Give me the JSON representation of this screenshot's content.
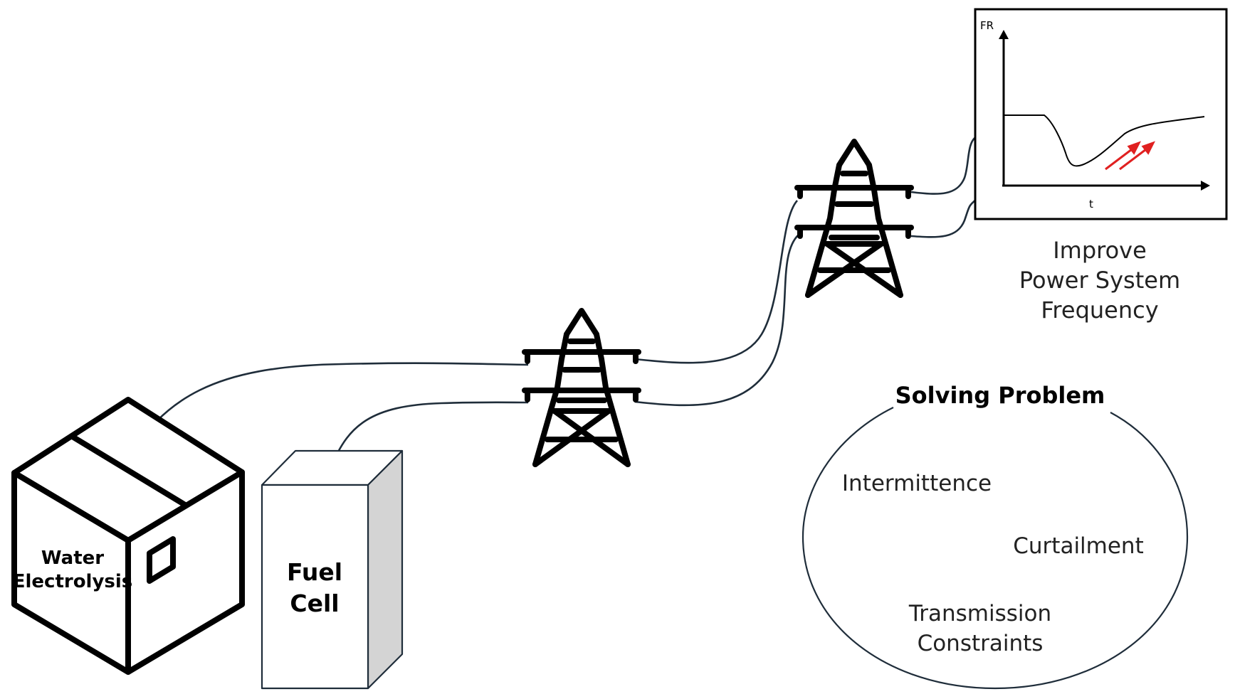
{
  "devices": {
    "electrolysis": {
      "line1": "Water",
      "line2": "Electrolysis"
    },
    "fuel_cell": {
      "line1": "Fuel",
      "line2": "Cell"
    }
  },
  "frequency_chart": {
    "y_axis_label": "FR",
    "x_axis_label": "t",
    "caption": [
      "Improve",
      "Power System",
      "Frequency"
    ],
    "chart_data": {
      "type": "line",
      "title": "",
      "xlabel": "t",
      "ylabel": "FR",
      "description_points": [
        {
          "x": 0,
          "y": 0.8
        },
        {
          "x": 0.2,
          "y": 0.8
        },
        {
          "x": 0.33,
          "y": 0.25
        },
        {
          "x": 0.6,
          "y": 0.72
        },
        {
          "x": 1.0,
          "y": 0.88
        }
      ],
      "annotations": [
        "recovery-arrows"
      ],
      "colors": {
        "curve": "#000000",
        "arrows": "#e02020"
      }
    }
  },
  "problems": {
    "title": "Solving Problem",
    "items": [
      {
        "line1": "Intermittence"
      },
      {
        "line1": "Curtailment"
      },
      {
        "line1": "Transmission",
        "line2": "Constraints"
      }
    ]
  },
  "colors": {
    "wire": "#1f2d3a",
    "outline": "#000000",
    "fuel_cell_side": "#d4d4d4",
    "arrow": "#e02020"
  }
}
